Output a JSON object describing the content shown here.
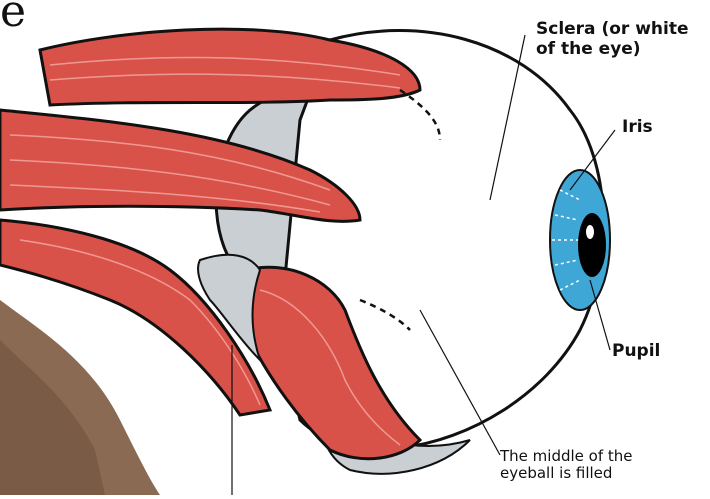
{
  "colors": {
    "muscle": "#d9524a",
    "muscle_dark": "#a8322b",
    "sclera": "#ffffff",
    "iris": "#3fa7d6",
    "pupil": "#000000",
    "hair": "#8a6a52",
    "outline": "#111111"
  },
  "labels": {
    "partial_heading": "e",
    "sclera": "Sclera (or white\nof the eye)",
    "iris": "Iris",
    "pupil": "Pupil",
    "middle": "The middle of the\neyeball is filled"
  }
}
